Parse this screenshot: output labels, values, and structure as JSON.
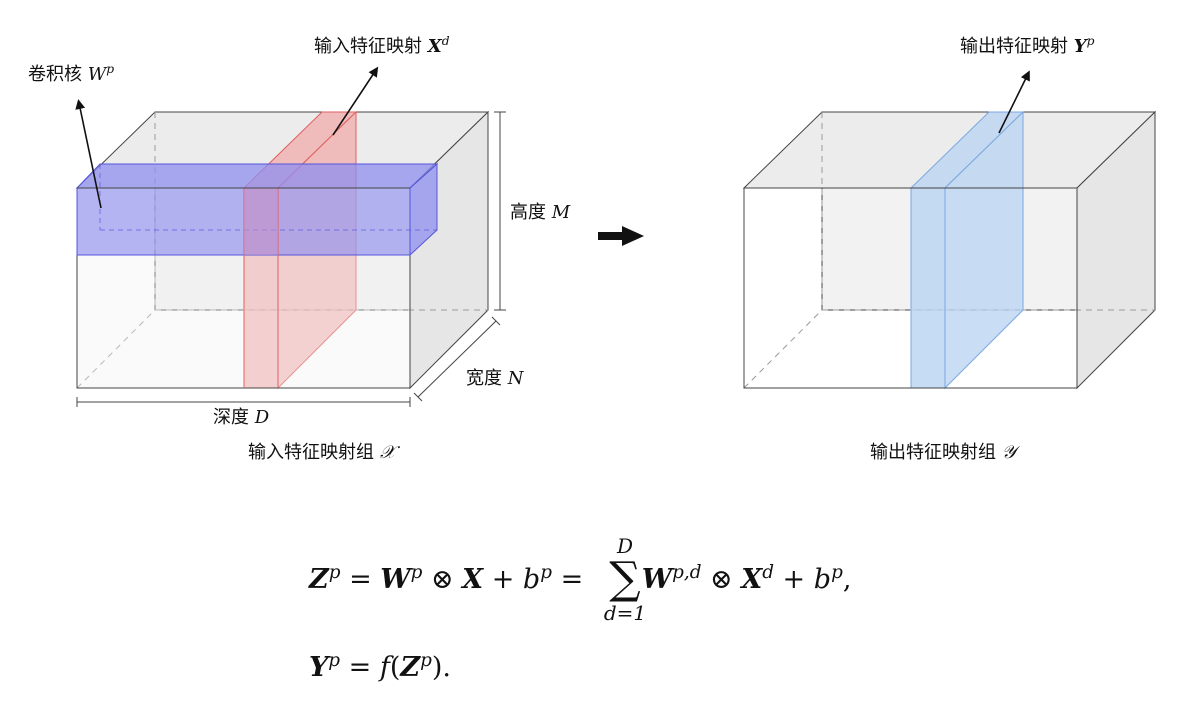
{
  "labels": {
    "kernel_prefix": "卷积核",
    "kernel_symbol": "W",
    "kernel_sup": "p",
    "input_map_prefix": "输入特征映射",
    "input_map_symbol": "X",
    "input_map_sup": "d",
    "output_map_prefix": "输出特征映射",
    "output_map_symbol": "Y",
    "output_map_sup": "p",
    "height_prefix": "高度",
    "height_symbol": "M",
    "width_prefix": "宽度",
    "width_symbol": "N",
    "depth_prefix": "深度",
    "depth_symbol": "D",
    "input_group_prefix": "输入特征映射组",
    "input_group_symbol": "𝒳",
    "output_group_prefix": "输出特征映射组",
    "output_group_symbol": "𝒴"
  },
  "equations": {
    "eq1_lhs": "Z",
    "eq1_lhs_sup": "p",
    "eq1_eq": " = ",
    "eq1_w": "W",
    "eq1_w_sup": "p",
    "eq1_conv": " ⊗ ",
    "eq1_x": "X",
    "eq1_plus": " + ",
    "eq1_b": "b",
    "eq1_b_sup": "p",
    "eq1_eq2": " = ",
    "sum_symbol": "∑",
    "sum_upper": "D",
    "sum_lower": "d=1",
    "eq1_w2": "W",
    "eq1_w2_sup": "p,d",
    "eq1_conv2": " ⊗ ",
    "eq1_x2": "X",
    "eq1_x2_sup": "d",
    "eq1_plus2": " + ",
    "eq1_b2": "b",
    "eq1_b2_sup": "p",
    "eq1_end": ",",
    "eq2_lhs": "Y",
    "eq2_lhs_sup": "p",
    "eq2_eq": " = ",
    "eq2_f": "f",
    "eq2_open": "(",
    "eq2_z": "Z",
    "eq2_z_sup": "p",
    "eq2_close": ").",
    "colors": {
      "box_face": "#f2f2f2",
      "box_edge": "#444444",
      "hidden_edge": "#9a9a9a",
      "kernel_fill": "#8f8ff0",
      "kernel_edge": "#5555dd",
      "input_slice_fill": "#f2a7a7",
      "input_slice_edge": "#e06060",
      "output_slice_fill": "#bcd5f2",
      "output_slice_edge": "#7aa8e0"
    }
  }
}
